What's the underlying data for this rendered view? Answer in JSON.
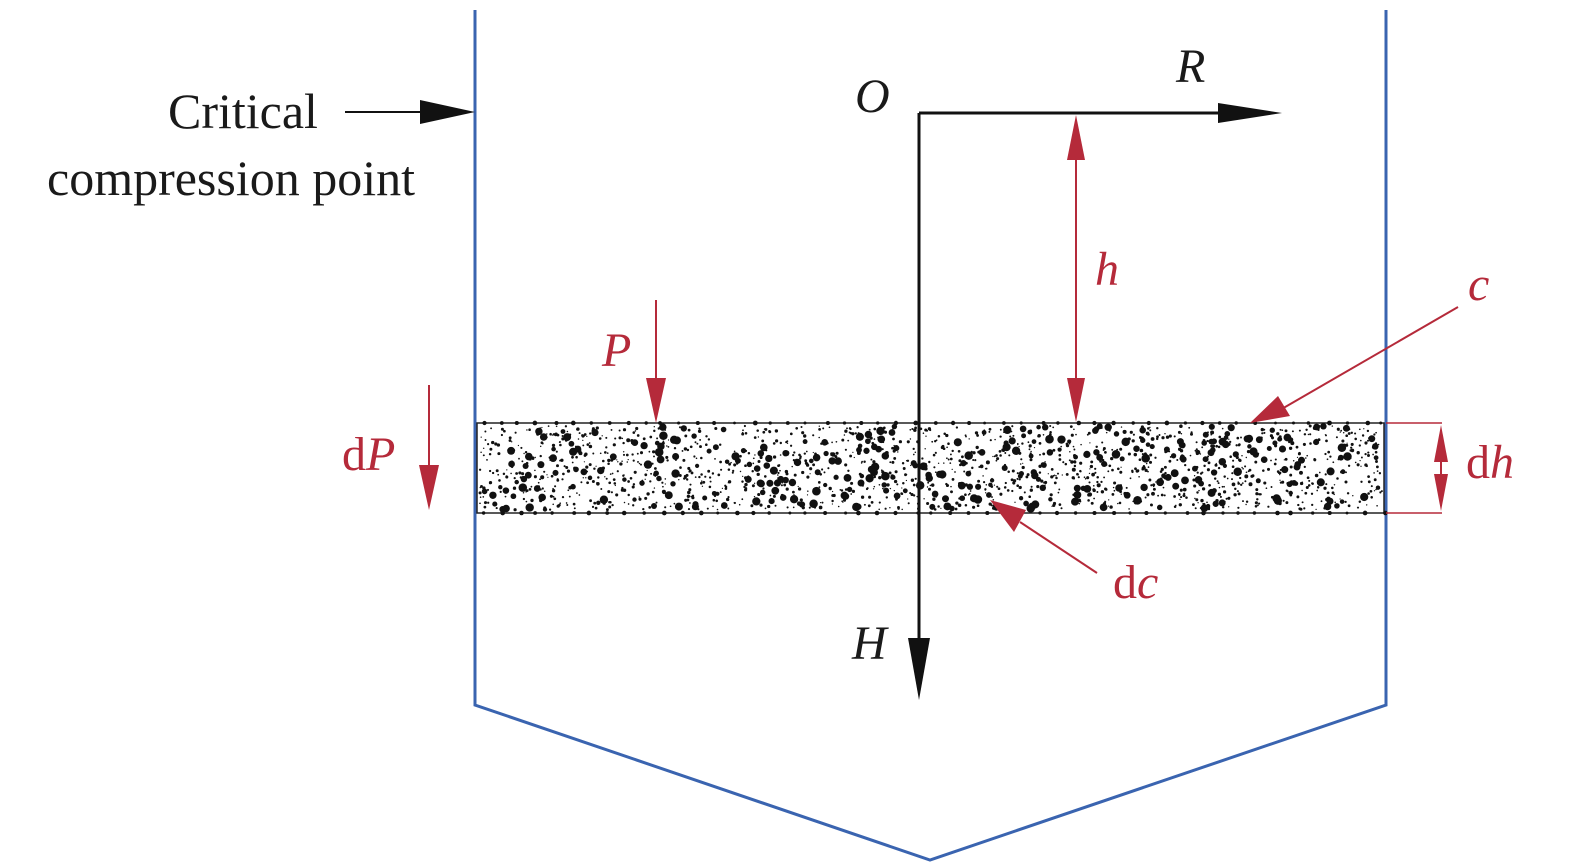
{
  "annotation": {
    "line1": "Critical",
    "line2": "compression point"
  },
  "axes": {
    "origin": "O",
    "horizontal": "R",
    "vertical": "H"
  },
  "labels": {
    "height": "h",
    "pressure": "P",
    "pressure_increment_prefix": "d",
    "pressure_increment_symbol": "P",
    "concentration": "c",
    "concentration_increment_prefix": "d",
    "concentration_increment_symbol": "c",
    "height_increment_prefix": "d",
    "height_increment_symbol": "h"
  },
  "colors": {
    "vessel": "#3a64b0",
    "annotation": "#b52a3a",
    "axis": "#111111",
    "particles": "#111111"
  }
}
